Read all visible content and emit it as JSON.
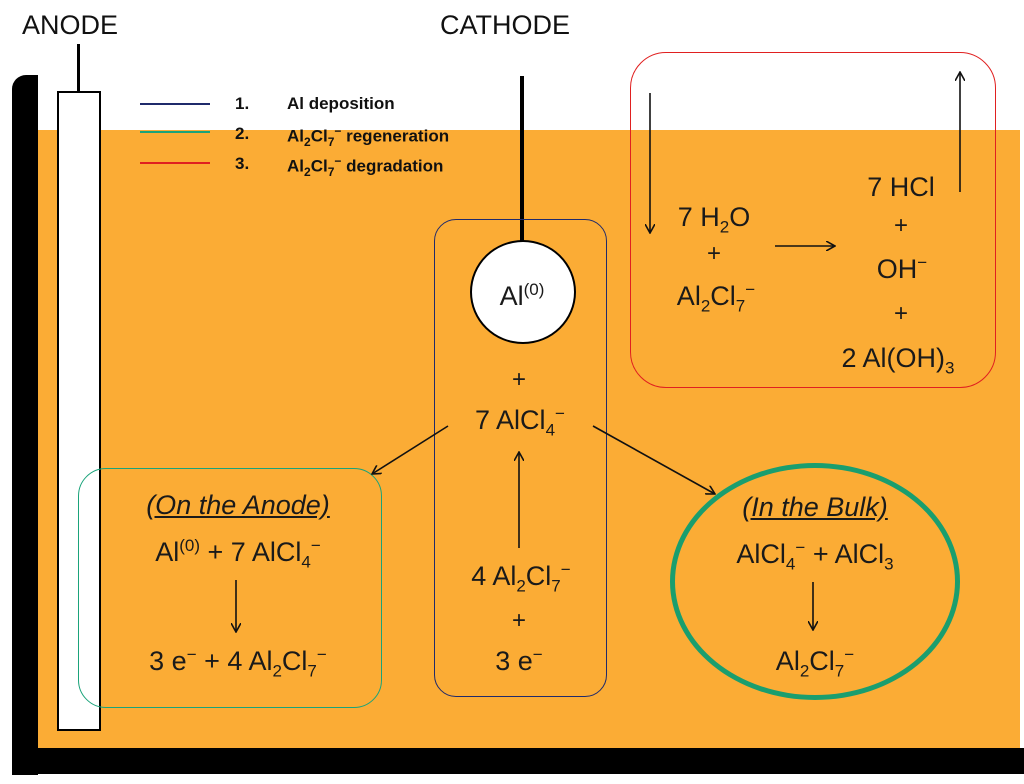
{
  "labels": {
    "anode": "ANODE",
    "cathode": "CATHODE"
  },
  "legend": [
    {
      "num": "1.",
      "text": "Al deposition",
      "color": "#1f2a6b"
    },
    {
      "num": "2.",
      "text_parts": [
        "Al",
        "2",
        "Cl",
        "7",
        "−",
        " regeneration"
      ],
      "color": "#1aa37a"
    },
    {
      "num": "3.",
      "text_parts": [
        "Al",
        "2",
        "Cl",
        "7",
        "−",
        " degradation"
      ],
      "color": "#e02020"
    }
  ],
  "center": {
    "al_metal": "Al",
    "al_metal_sup": "(0)",
    "plus": "+",
    "alcl4": "7 AlCl",
    "alcl4_sub": "4",
    "alcl4_sup": "−",
    "al2cl7": "4 Al",
    "al2cl7_sub1": "2",
    "al2cl7_mid": "Cl",
    "al2cl7_sub2": "7",
    "al2cl7_sup": "−",
    "plus2": "+",
    "electrons": "3 e",
    "electrons_sup": "−"
  },
  "anode_box": {
    "title": "(On the Anode)",
    "line1_a": "Al",
    "line1_sup": "(0)",
    "line1_b": " + 7 AlCl",
    "line1_sub": "4",
    "line1_sup2": "−",
    "line2_a": "3 e",
    "line2_sup": "−",
    "line2_b": " + 4 Al",
    "line2_sub1": "2",
    "line2_mid": "Cl",
    "line2_sub2": "7",
    "line2_sup2": "−"
  },
  "bulk_box": {
    "title": "(In the Bulk)",
    "line1_a": "AlCl",
    "line1_sub": "4",
    "line1_sup": "−",
    "line1_b": " + AlCl",
    "line1_sub2": "3",
    "line2_a": "Al",
    "line2_sub1": "2",
    "line2_mid": "Cl",
    "line2_sub2": "7",
    "line2_sup": "−"
  },
  "degradation": {
    "water": "7 H",
    "water_sub": "2",
    "water_b": "O",
    "plus_a": "+",
    "al2cl7": "Al",
    "al2cl7_sub1": "2",
    "al2cl7_mid": "Cl",
    "al2cl7_sub2": "7",
    "al2cl7_sup": "−",
    "hcl": "7 HCl",
    "plus_b": "+",
    "oh": "OH",
    "oh_sup": "−",
    "plus_c": "+",
    "aloh": "2 Al(OH)",
    "aloh_sub": "3"
  }
}
